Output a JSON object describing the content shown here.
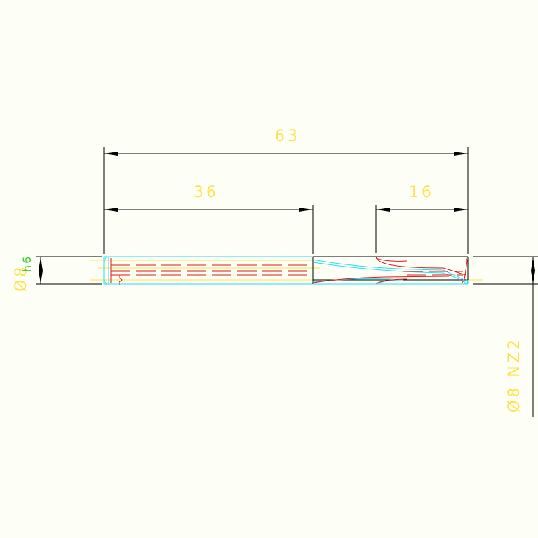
{
  "dimensions": {
    "overall_length": "63",
    "shank_length": "36",
    "tip_length": "16",
    "shank_diameter": "Ø8",
    "shank_tolerance": "h6",
    "tip_diameter": "Ø8 NZ2"
  },
  "colors": {
    "background": "#fdfef6",
    "outline": "#22e0ee",
    "hidden_lines": "#e01818",
    "dimension_text": "#ffe24a",
    "tolerance_text": "#33cc22",
    "dimension_lines": "#000000"
  }
}
